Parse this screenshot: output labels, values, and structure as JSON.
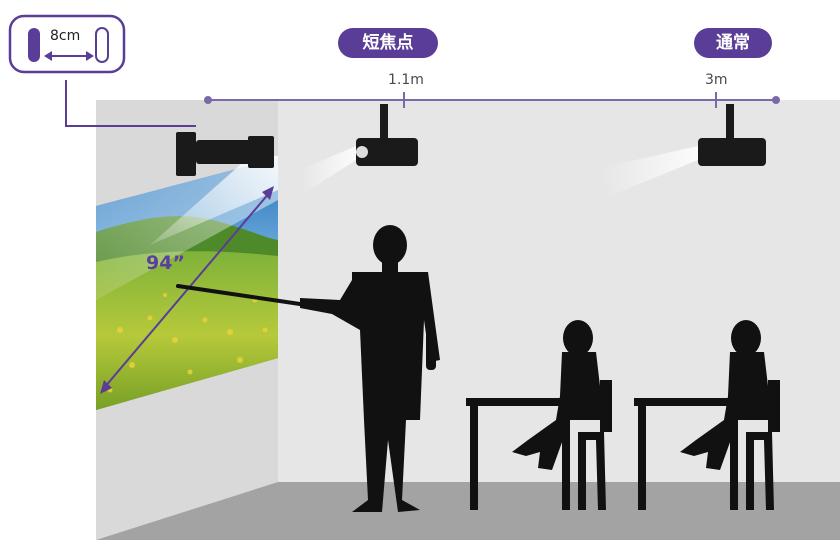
{
  "labels": {
    "short_throw": "短焦点",
    "normal": "通常",
    "dist_short": "1.1m",
    "dist_normal": "3m",
    "screen_size": "94”",
    "wall_gap": "8cm"
  },
  "colors": {
    "accent": "#5a3d96",
    "wall": "#e6e6e6",
    "wall_side": "#d7d7d7",
    "floor": "#9c9c9c",
    "silhouette": "#111111"
  }
}
